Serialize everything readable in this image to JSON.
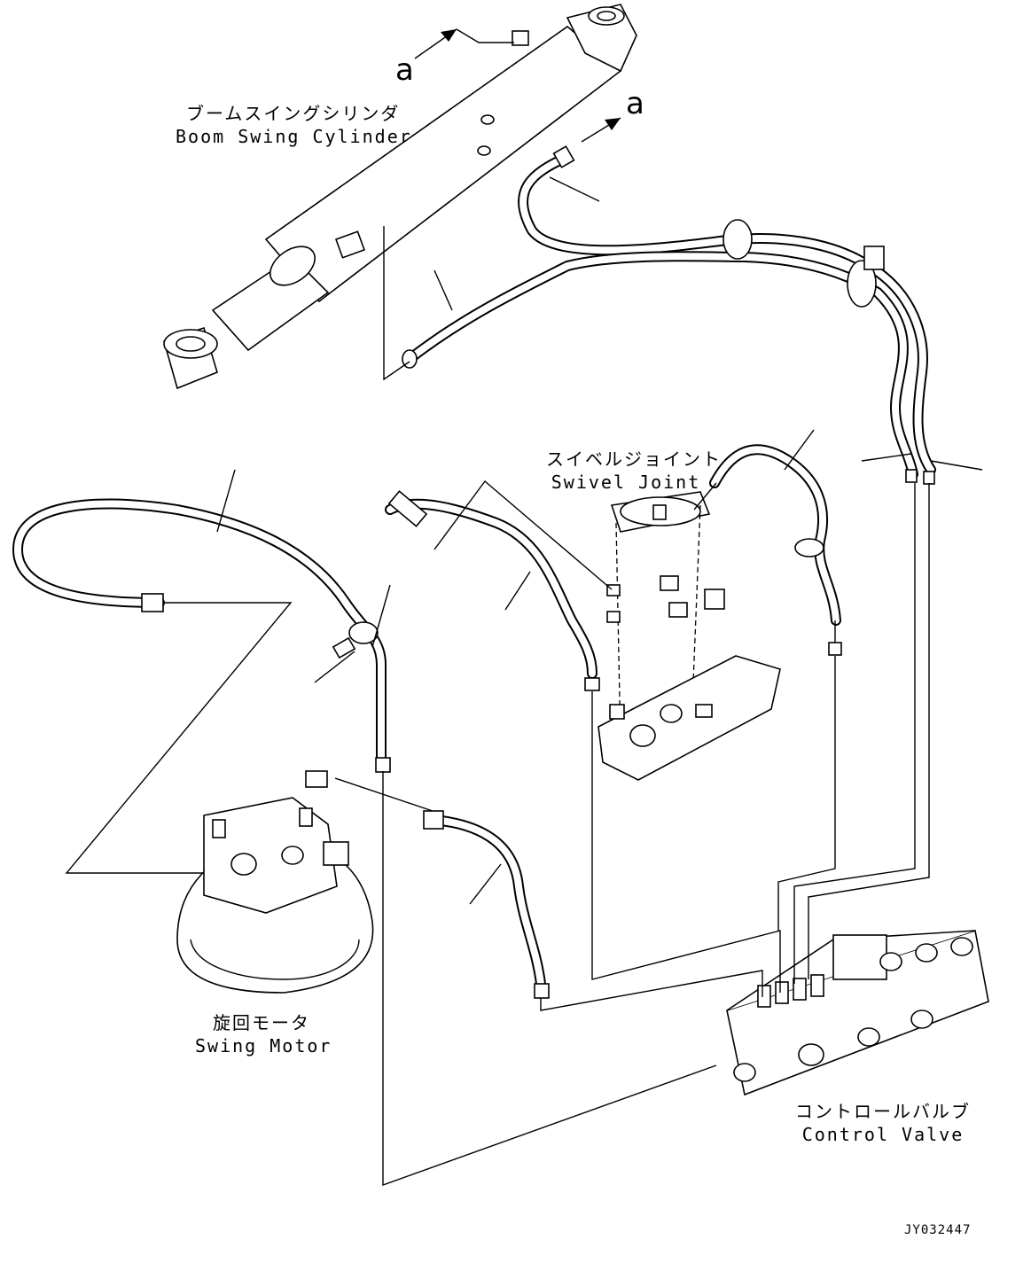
{
  "labels": {
    "boom_swing_cylinder_jp": "ブームスイングシリンダ",
    "boom_swing_cylinder_en": "Boom Swing Cylinder",
    "swivel_joint_jp": "スイベルジョイント",
    "swivel_joint_en": "Swivel Joint",
    "swing_motor_jp": "旋回モータ",
    "swing_motor_en": "Swing Motor",
    "control_valve_jp": "コントロールバルブ",
    "control_valve_en": "Control Valve"
  },
  "arrows": {
    "left_letter": "a",
    "right_letter": "a"
  },
  "drawing_code": "JY032447"
}
